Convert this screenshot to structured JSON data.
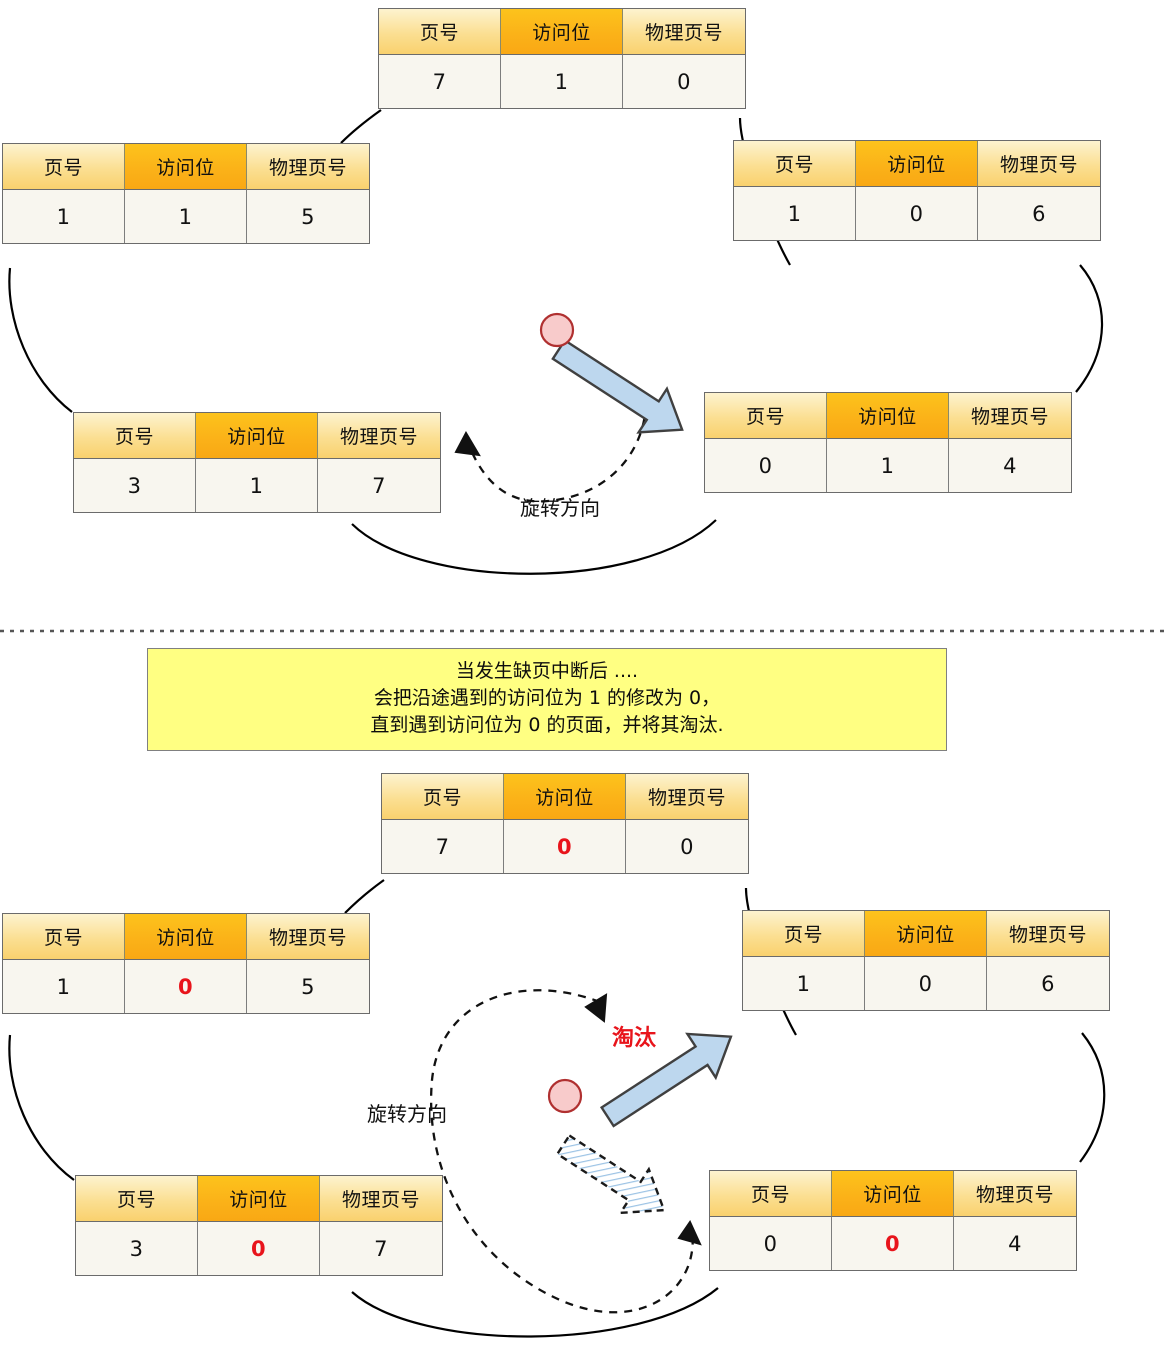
{
  "diagram": {
    "title_hidden": "",
    "columns": [
      "页号",
      "访问位",
      "物理页号"
    ],
    "colors": {
      "header_accent": "#FBB118",
      "header_normal": "#FBDF92",
      "cell_bg": "#F8F6EF",
      "arrow_blue": "#BDD7EE",
      "arrow_outline": "#404040",
      "pointer_circle": "#F8CBCB",
      "pointer_circle_border": "#B03030",
      "note_bg": "#FFFF82",
      "highlight_red": "#E8141B",
      "arc_line": "#000000"
    }
  },
  "top_section": {
    "name": "clock-before-fault",
    "entries": [
      {
        "id": "top",
        "page_no": "7",
        "access_bit": "1",
        "frame_no": "0",
        "access_bit_red": false
      },
      {
        "id": "right-upper",
        "page_no": "1",
        "access_bit": "0",
        "frame_no": "6",
        "access_bit_red": false
      },
      {
        "id": "right-lower",
        "page_no": "0",
        "access_bit": "1",
        "frame_no": "4",
        "access_bit_red": false
      },
      {
        "id": "left-lower",
        "page_no": "3",
        "access_bit": "1",
        "frame_no": "7",
        "access_bit_red": false
      },
      {
        "id": "left-upper",
        "page_no": "1",
        "access_bit": "1",
        "frame_no": "5",
        "access_bit_red": false
      }
    ],
    "rotation_label": "旋转方向"
  },
  "note": {
    "name": "page-fault-explanation",
    "lines": [
      "当发生缺页中断后 ....",
      "会把沿途遇到的访问位为  1 的修改为 0，",
      "直到遇到访问位为 0 的页面，并将其淘汰."
    ]
  },
  "bottom_section": {
    "name": "clock-after-fault",
    "entries": [
      {
        "id": "top",
        "page_no": "7",
        "access_bit": "0",
        "frame_no": "0",
        "access_bit_red": true
      },
      {
        "id": "right-upper",
        "page_no": "1",
        "access_bit": "0",
        "frame_no": "6",
        "access_bit_red": false
      },
      {
        "id": "right-lower",
        "page_no": "0",
        "access_bit": "0",
        "frame_no": "4",
        "access_bit_red": true
      },
      {
        "id": "left-lower",
        "page_no": "3",
        "access_bit": "0",
        "frame_no": "7",
        "access_bit_red": true
      },
      {
        "id": "left-upper",
        "page_no": "1",
        "access_bit": "0",
        "frame_no": "5",
        "access_bit_red": true
      }
    ],
    "rotation_label": "旋转方向",
    "evict_label": "淘汰"
  }
}
